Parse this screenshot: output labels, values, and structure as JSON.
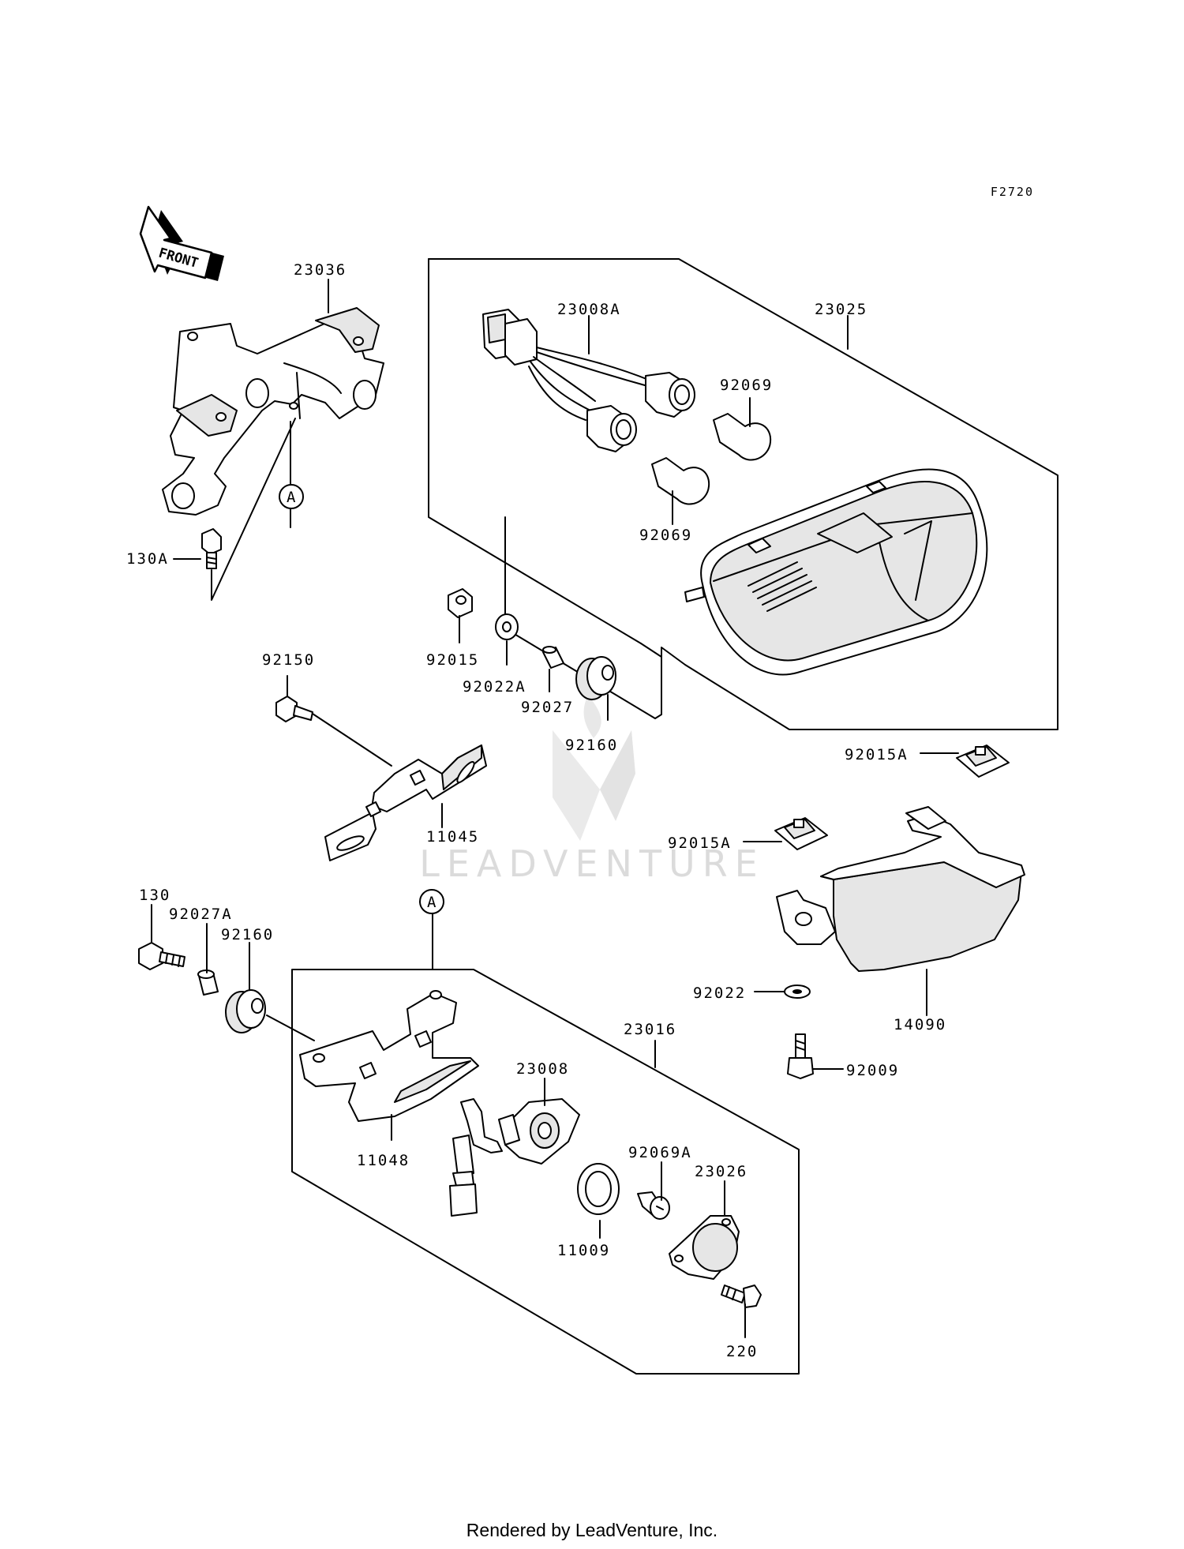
{
  "figure_id": "F2720",
  "front_label": "FRONT",
  "watermark": "LEADVENTURE",
  "credit": "Rendered by LeadVenture, Inc.",
  "callout_letter": "A",
  "parts": {
    "p23036": "23036",
    "p130A": "130A",
    "p23008A": "23008A",
    "p23025": "23025",
    "p92069_top": "92069",
    "p92069_bottom": "92069",
    "p92015": "92015",
    "p92022A": "92022A",
    "p92027": "92027",
    "p92160_mid": "92160",
    "p92150": "92150",
    "p11045": "11045",
    "p92015A_top": "92015A",
    "p92015A_mid": "92015A",
    "p14090": "14090",
    "p92022": "92022",
    "p92009": "92009",
    "p130": "130",
    "p92027A": "92027A",
    "p92160_low": "92160",
    "p23016": "23016",
    "p11048": "11048",
    "p23008": "23008",
    "p92069A": "92069A",
    "p23026": "23026",
    "p11009": "11009",
    "p220": "220"
  }
}
